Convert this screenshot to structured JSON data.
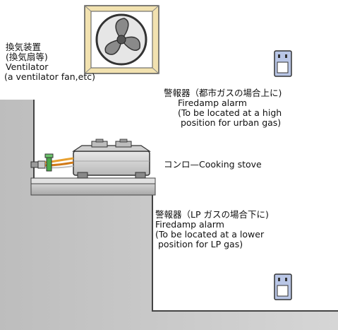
{
  "ventilator": {
    "jp": "換気装置",
    "jp_sub": "(換気扇等)",
    "en": "Ventilator",
    "en_sub": "(a ventilator fan,etc)"
  },
  "upper_alarm": {
    "jp": "警報器（都市ガスの場合上に)",
    "en1": "Firedamp alarm",
    "en2": "(To be located at a high",
    "en3": "position for urban gas)"
  },
  "stove": {
    "label": "コンロ—Cooking stove"
  },
  "lower_alarm": {
    "jp": "警報器（LP ガスの場合下に)",
    "en1": "Firedamp alarm",
    "en2": "(To be located at a lower",
    "en3": "position for LP gas)"
  },
  "colors": {
    "wall_gray": "#c8c8c8",
    "frame_tan": "#f2e2b0",
    "counter_gray": "#b9b9b9",
    "alarm_blue": "#b9c6e6",
    "stove_gray": "#d9d9d9",
    "hose_orange": "#e8a030",
    "valve_green": "#4aa84a"
  },
  "icons": {
    "ventilator": "fan-icon",
    "alarm": "gas-alarm-icon",
    "stove": "stove-icon"
  }
}
